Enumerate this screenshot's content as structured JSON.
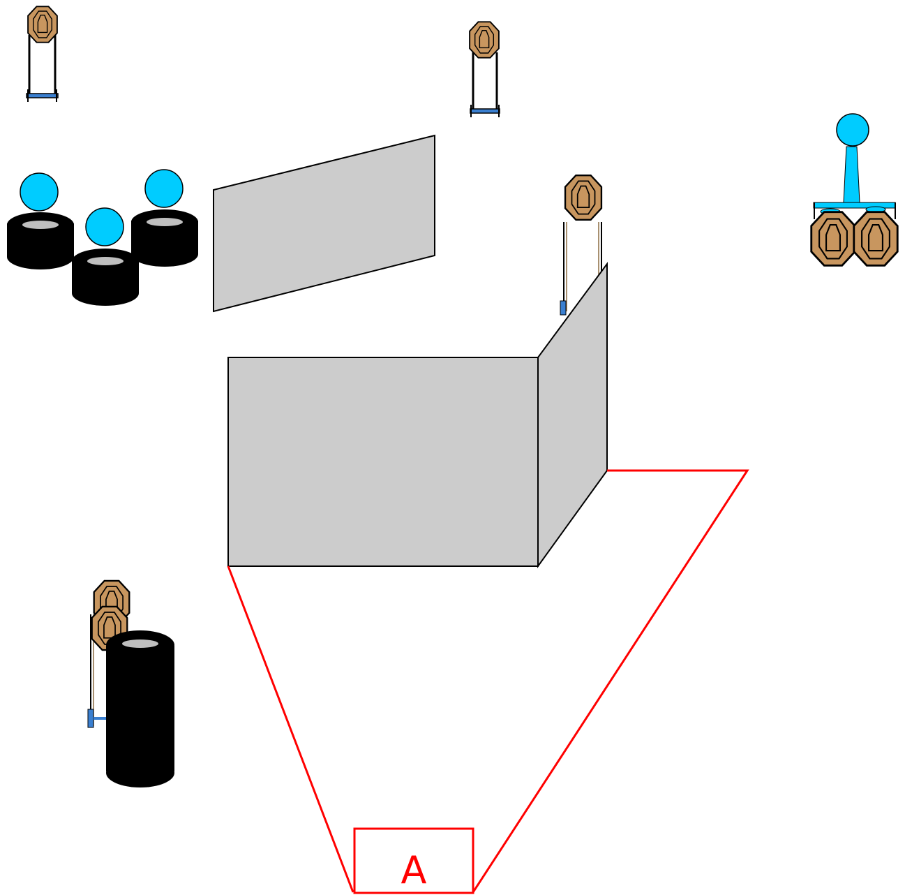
{
  "start_box": {
    "label": "A"
  },
  "colors": {
    "fault_line": "#ff0000",
    "wall_fill": "#cccccc",
    "target_fill": "#c8965f",
    "popper_fill": "#00ccff",
    "tire_fill": "#000000",
    "tire_hole": "#bfbfbf",
    "stand_blue": "#3a7fd0"
  },
  "icons": [
    "paper-target",
    "steel-plate",
    "popper",
    "tire-stack",
    "wall",
    "barricade"
  ]
}
